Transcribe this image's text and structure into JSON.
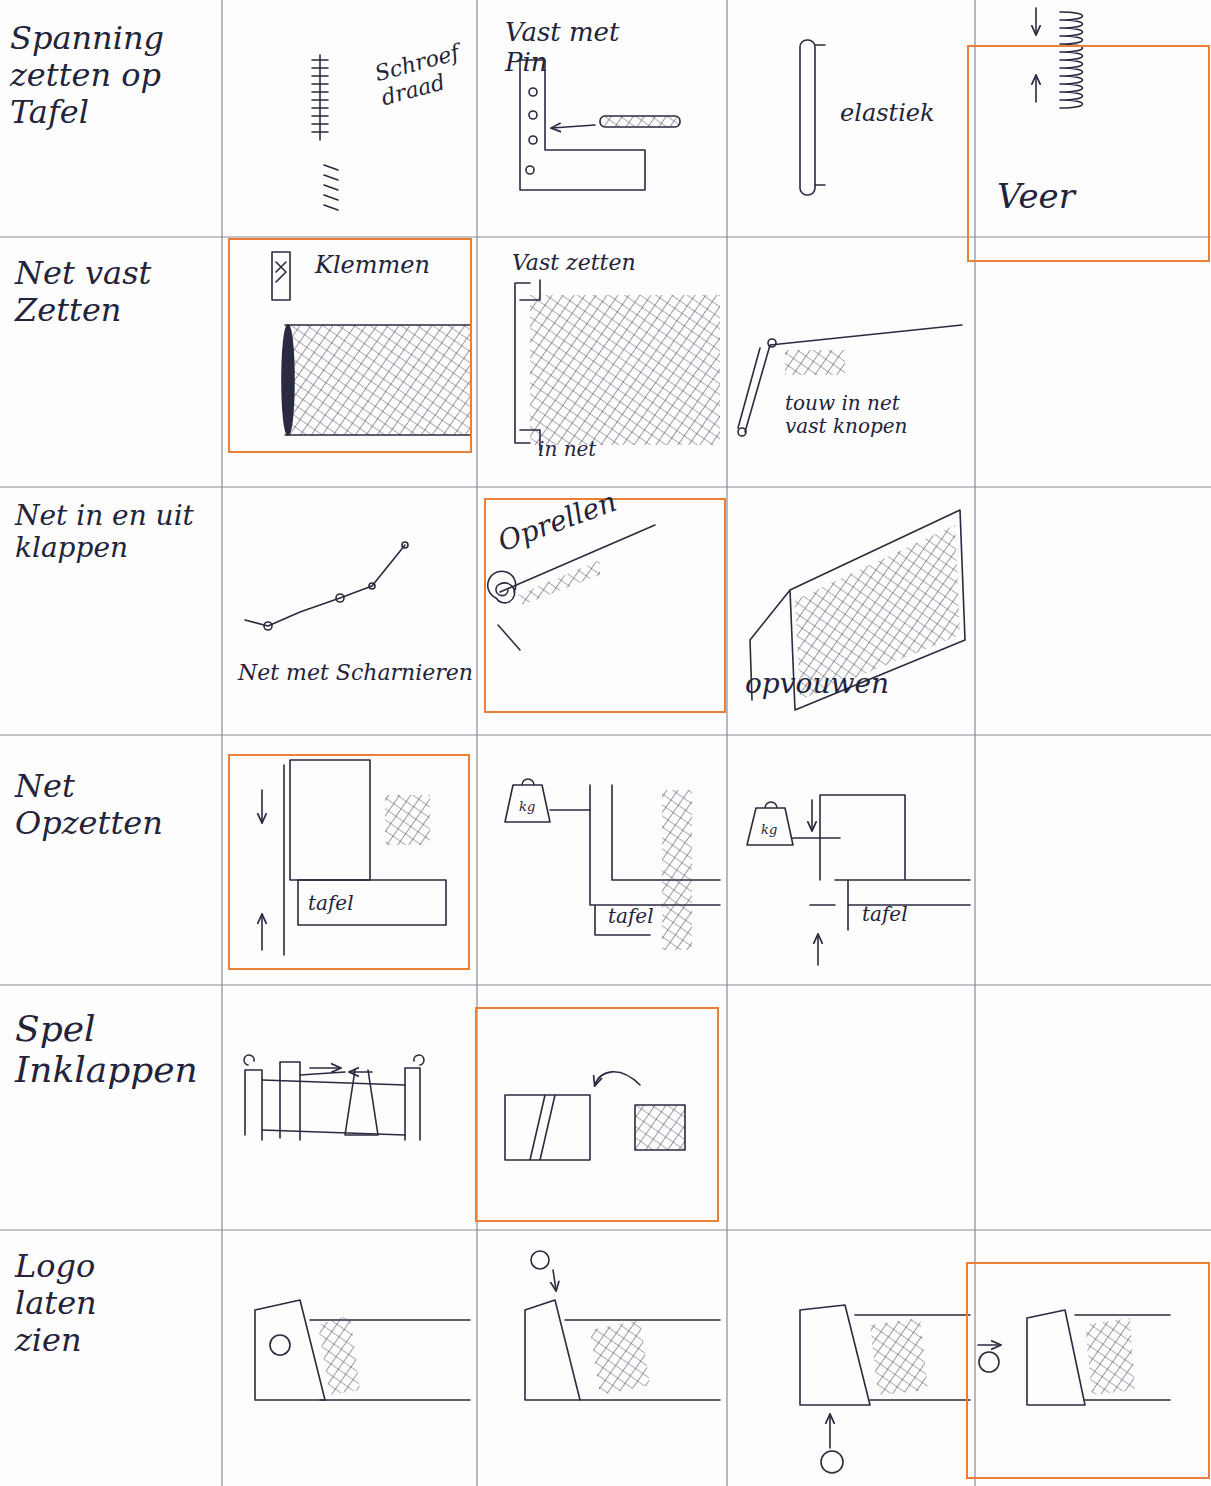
{
  "diagram": {
    "nodes": [
      {
        "text": [
          "Veer"
        ]
      },
      {
        "text": [
          "Klemmen"
        ]
      },
      {
        "text": [
          "Oprellen"
        ]
      },
      {
        "text": [
          "tafel"
        ]
      }
    ],
    "labels": [
      "Spanning zetten op Tafel",
      "Schroef draad",
      "Vast met Pin",
      "elastiek",
      "Net vast Zetten",
      "Vast zetten",
      "in net",
      "touw in net vast knopen",
      "Net in en uit klappen",
      "Net met Scharnieren",
      "opvouwen",
      "Net Opzetten",
      "kg",
      "tafel",
      "kg",
      "tafel",
      "Spel Inklappen",
      "Logo laten zien"
    ]
  }
}
